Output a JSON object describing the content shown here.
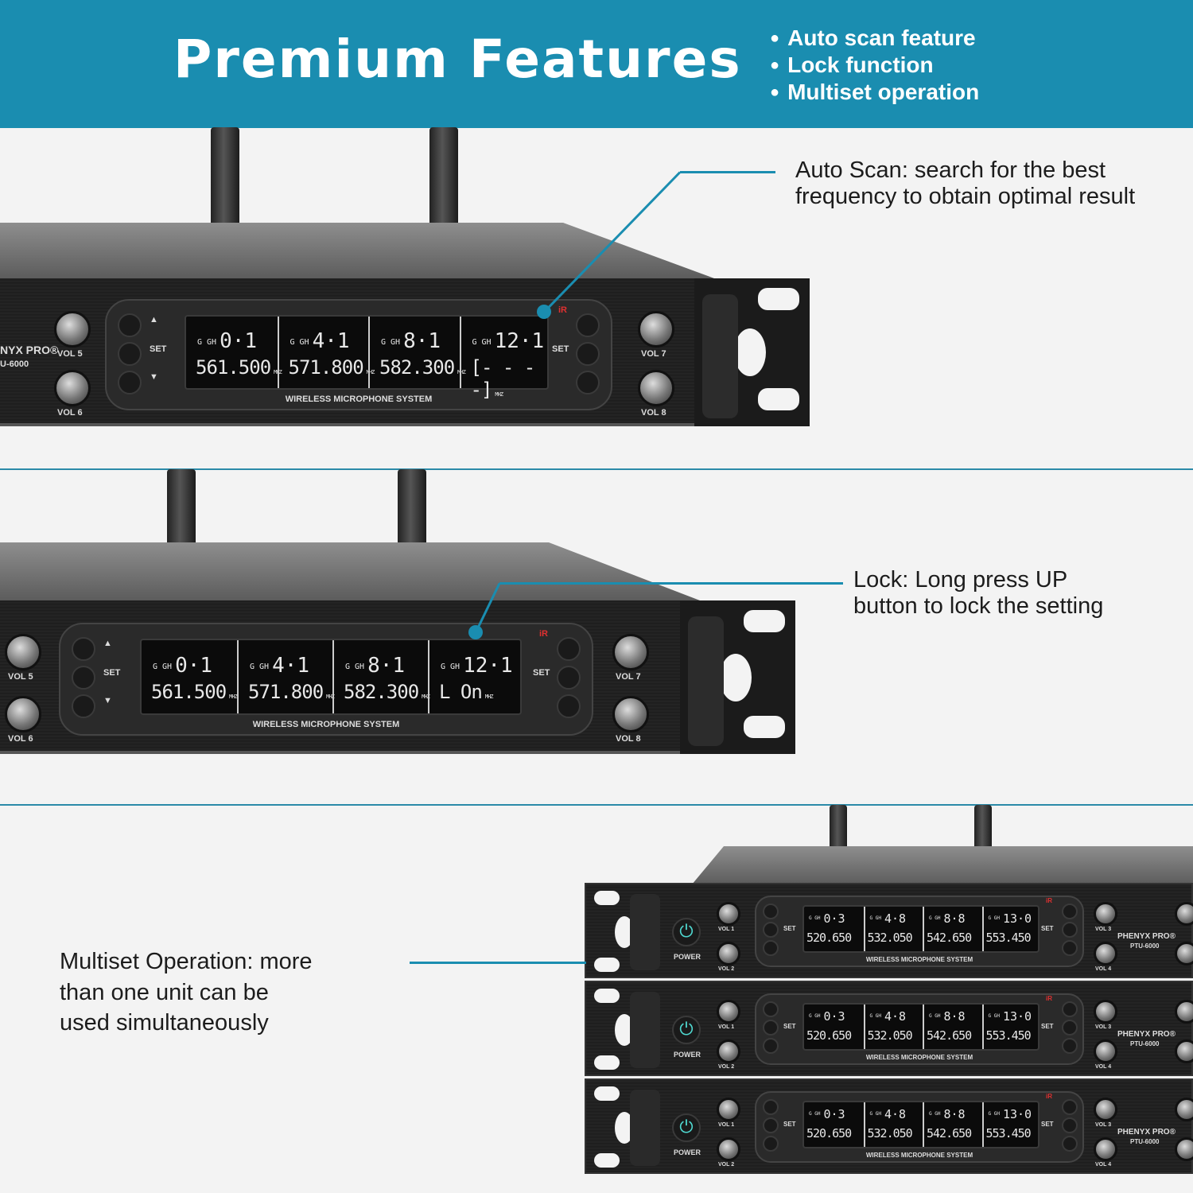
{
  "header": {
    "title": "Premium Features",
    "bullets": [
      "Auto scan feature",
      "Lock function",
      "Multiset operation"
    ],
    "background_color": "#1a8db0"
  },
  "callouts": {
    "auto_scan": [
      "Auto Scan: search for the best",
      "frequency to obtain optimal result"
    ],
    "lock": [
      "Lock: Long press UP",
      "button to lock the setting"
    ],
    "multiset": [
      "Multiset Operation: more",
      "than one unit can be",
      "used simultaneously"
    ]
  },
  "device": {
    "brand": "PHENYX PRO®",
    "model": "PTU-6000",
    "panel_label": "WIRELESS MICROPHONE SYSTEM",
    "set_label": "SET",
    "power_label": "POWER",
    "ir_label": "iR",
    "channel_prefix": "G GH",
    "unit_label": "MHZ"
  },
  "unit_auto_scan": {
    "brand_partial": "NYX PRO®",
    "model_partial": "U-6000",
    "vol_labels": [
      "VOL 5",
      "VOL 6",
      "VOL 7",
      "VOL 8"
    ],
    "channels": [
      {
        "ch": "0·1",
        "freq": "561.500"
      },
      {
        "ch": "4·1",
        "freq": "571.800"
      },
      {
        "ch": "8·1",
        "freq": "582.300"
      },
      {
        "ch": "12·1",
        "freq": "[- - - -]"
      }
    ]
  },
  "unit_lock": {
    "vol_labels": [
      "VOL 5",
      "VOL 6",
      "VOL 7",
      "VOL 8"
    ],
    "channels": [
      {
        "ch": "0·1",
        "freq": "561.500"
      },
      {
        "ch": "4·1",
        "freq": "571.800"
      },
      {
        "ch": "8·1",
        "freq": "582.300"
      },
      {
        "ch": "12·1",
        "freq": "L  On"
      }
    ]
  },
  "unit_multiset": {
    "vol_labels": [
      "VOL 1",
      "VOL 2",
      "VOL 3",
      "VOL 4"
    ],
    "channels": [
      {
        "ch": "0·3",
        "freq": "520.650"
      },
      {
        "ch": "4·8",
        "freq": "532.050"
      },
      {
        "ch": "8·8",
        "freq": "542.650"
      },
      {
        "ch": "13·0",
        "freq": "553.450"
      }
    ]
  }
}
